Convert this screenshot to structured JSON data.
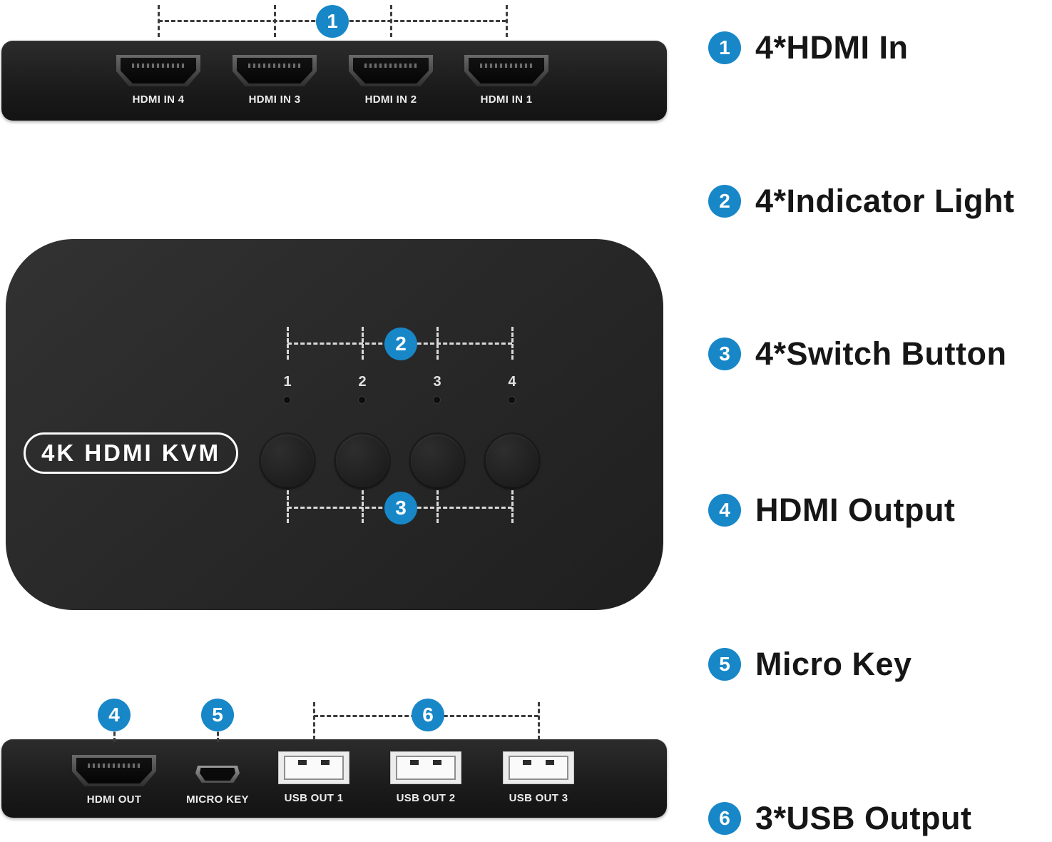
{
  "colors": {
    "accent": "#1787c8"
  },
  "legend": {
    "items": [
      {
        "number": "1",
        "label": "4*HDMI In"
      },
      {
        "number": "2",
        "label": "4*Indicator Light"
      },
      {
        "number": "3",
        "label": "4*Switch Button"
      },
      {
        "number": "4",
        "label": "HDMI Output"
      },
      {
        "number": "5",
        "label": "Micro Key"
      },
      {
        "number": "6",
        "label": "3*USB Output"
      }
    ]
  },
  "callouts": {
    "hdmi_in": "1",
    "indicator": "2",
    "switch": "3",
    "hdmi_out": "4",
    "micro_key": "5",
    "usb_out": "6"
  },
  "rear_panel": {
    "ports": [
      {
        "label": "HDMI IN 4"
      },
      {
        "label": "HDMI IN 3"
      },
      {
        "label": "HDMI IN 2"
      },
      {
        "label": "HDMI IN 1"
      }
    ]
  },
  "device_top": {
    "logo": "4K HDMI KVM",
    "indicators": [
      "1",
      "2",
      "3",
      "4"
    ]
  },
  "front_panel": {
    "hdmi_out_label": "HDMI OUT",
    "micro_key_label": "MICRO KEY",
    "usb_ports": [
      {
        "label": "USB OUT 1"
      },
      {
        "label": "USB OUT 2"
      },
      {
        "label": "USB OUT 3"
      }
    ]
  }
}
